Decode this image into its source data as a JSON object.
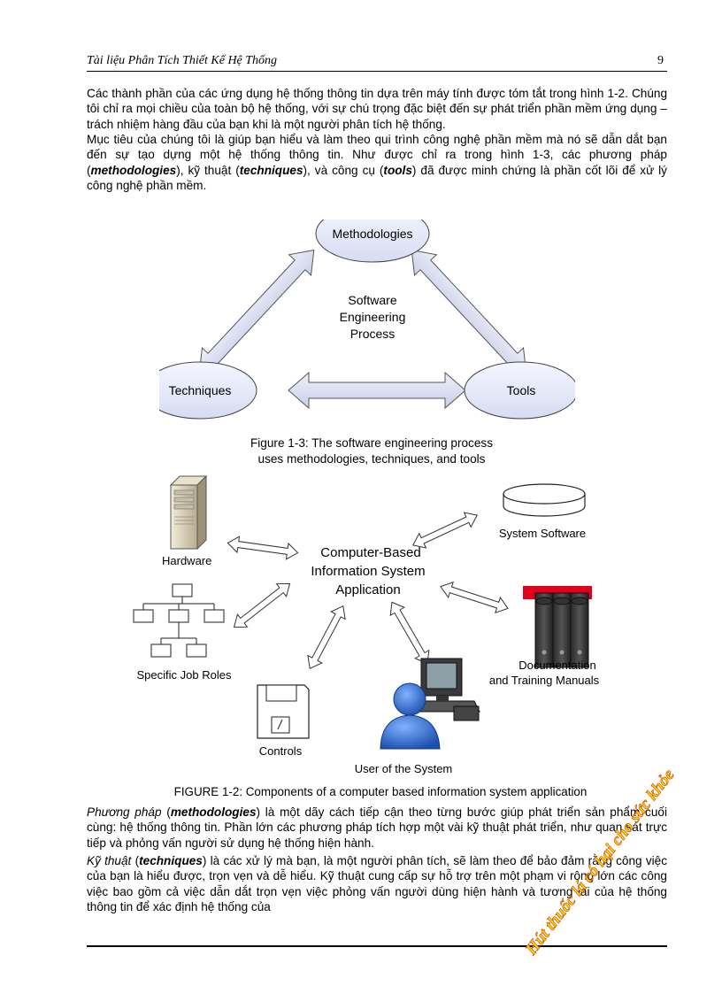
{
  "header": {
    "title": "Tài liệu Phân Tích Thiết Kế Hệ Thống",
    "page_number": "9"
  },
  "intro": {
    "p1": "Các thành phần của các ứng dụng hệ thống thông tin dựa trên máy tính được tóm tắt trong hình 1-2. Chúng tôi chỉ ra mọi chiều của toàn bộ hệ thống, với sự chú trọng đặc biệt đến sự phát triển phần mềm ứng dụng – trách nhiệm hàng đầu của bạn khi là một người phân tích hệ thống.",
    "p2_a": "Mục tiêu của chúng tôi là giúp bạn hiểu và làm theo qui trình công nghệ phần mềm mà nó sẽ dẫn dắt bạn đến sự tạo dựng một hệ thống thông tin. Như được chỉ  ra trong hình 1-3, các phương pháp (",
    "p2_b1": "methodologies",
    "p2_c": "), kỹ thuật (",
    "p2_b2": "techniques",
    "p2_d": "), và công cụ (",
    "p2_b3": "tools",
    "p2_e": ") đã được minh chứng là phần cốt lõi để xử lý công nghệ phần mềm."
  },
  "figure_1_3": {
    "nodes": {
      "methodologies": "Methodologies",
      "techniques": "Techniques",
      "tools": "Tools"
    },
    "center": [
      "Software",
      "Engineering",
      "Process"
    ],
    "caption_1": "Figure 1-3: The software engineering process",
    "caption_2": "uses methodologies, techniques, and tools"
  },
  "figure_1_2": {
    "center": [
      "Computer-Based",
      "Information System",
      "Application"
    ],
    "components": {
      "hardware": "Hardware",
      "system_software": "System Software",
      "job_roles": "Specific Job Roles",
      "documentation_1": "Documentation",
      "documentation_2": "and Training Manuals",
      "controls": "Controls",
      "user": "User of the System"
    },
    "caption": "FIGURE 1-2: Components of a computer based information system application"
  },
  "body": {
    "p3_i": "Phương pháp",
    "p3_b": "methodologies",
    "p3_rest": ") là một dãy cách tiếp cận theo từng bước giúp phát triển sản phẩm cuối cùng: hệ thống thông tin. Phần lớn các phương pháp tích hợp một vài kỹ thuật phát triển, như quan sát trực tiếp và phỏng vấn người sử dụng hệ thống hiện hành.",
    "p4_i": "Kỹ thuật",
    "p4_b": "techniques",
    "p4_rest": ") là các xử lý mà bạn, là một người phân tích, sẽ làm theo để bảo đảm rằng công việc của bạn là hiểu được, trọn vẹn và dễ hiểu. Kỹ thuật cung cấp sự hỗ trợ trên một phạm vi rộng lớn các công việc bao gồm cả việc dẫn dắt trọn vẹn việc phỏng vấn người dùng hiện hành và tương lai của hệ thống thông tin để xác định hệ thống của"
  },
  "stamp": "Hút thuốc lá có hại cho sức khỏe"
}
